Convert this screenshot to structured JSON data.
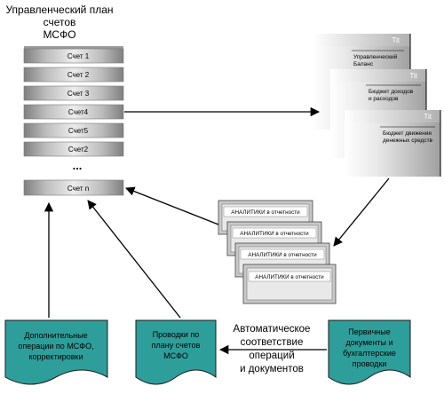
{
  "title": {
    "line1": "Управленческий план",
    "line2": "счетов",
    "line3": "МСФО"
  },
  "accounts": [
    "Счет 1",
    "Счет 2",
    "Счет 3",
    "Счет4",
    "Счет5",
    "Счет2"
  ],
  "ellipsis": "...",
  "last_account": "Счет n",
  "reports": [
    {
      "title": "Tit",
      "line1": "Управленческий",
      "line2": "Баланс"
    },
    {
      "title": "Tit",
      "line1": "Бюджет доходов",
      "line2": "и расходов"
    },
    {
      "title": "Tit",
      "line1": "Бюджет движения",
      "line2": "денежных средств"
    }
  ],
  "analytics_label": "АНАЛИТИКИ в отчетности",
  "docs": {
    "left": {
      "line1": "Дополнительные",
      "line2": "операции по МСФО,",
      "line3": "корректировки"
    },
    "middle": {
      "line1": "Проводки по",
      "line2": "плану счетов",
      "line3": "МСФО"
    },
    "right": {
      "line1": "Первичные",
      "line2": "документы и",
      "line3": "бухгалтерские",
      "line4": "проводки"
    }
  },
  "auto_label": {
    "line1": "Автоматическое",
    "line2": "соответствие",
    "line3": "операций",
    "line4": "и документов"
  },
  "colors": {
    "doc_fill": "#2E9E9A",
    "doc_stroke": "#1a1a1a",
    "account_dark": "#8c8c8c",
    "account_light": "#e6e6e6",
    "analytics_fill": "#d8d8d8",
    "arrow": "#000000"
  }
}
